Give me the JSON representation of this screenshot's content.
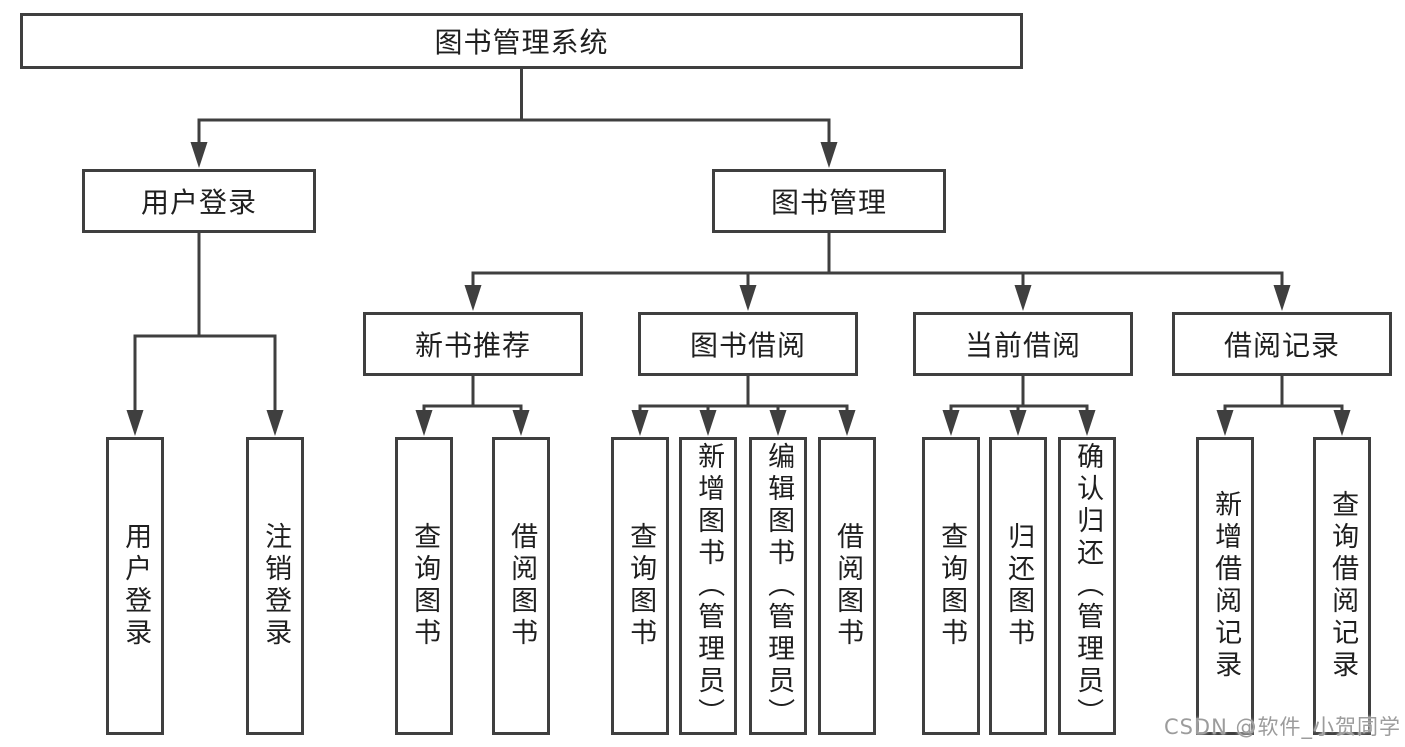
{
  "diagram": {
    "tree": {
      "root": {
        "label": "图书管理系统"
      },
      "level2": [
        {
          "label": "用户登录",
          "children": [
            {
              "label": "用户登录"
            },
            {
              "label": "注销登录"
            }
          ]
        },
        {
          "label": "图书管理",
          "children": [
            {
              "label": "新书推荐",
              "children": [
                {
                  "label": "查询图书"
                },
                {
                  "label": "借阅图书"
                }
              ]
            },
            {
              "label": "图书借阅",
              "children": [
                {
                  "label": "查询图书"
                },
                {
                  "label": "新增图书（管理员）"
                },
                {
                  "label": "编辑图书（管理员）"
                },
                {
                  "label": "借阅图书"
                }
              ]
            },
            {
              "label": "当前借阅",
              "children": [
                {
                  "label": "查询图书"
                },
                {
                  "label": "归还图书"
                },
                {
                  "label": "确认归还（管理员）"
                }
              ]
            },
            {
              "label": "借阅记录",
              "children": [
                {
                  "label": "新增借阅记录"
                },
                {
                  "label": "查询借阅记录"
                }
              ]
            }
          ]
        }
      ]
    },
    "colors": {
      "line": "#3F3F3F",
      "text": "#1F1F1F",
      "background": "#FFFFFF",
      "watermark": "#9C9C9C"
    }
  },
  "watermark": {
    "text": "CSDN @软件_小贺同学"
  }
}
